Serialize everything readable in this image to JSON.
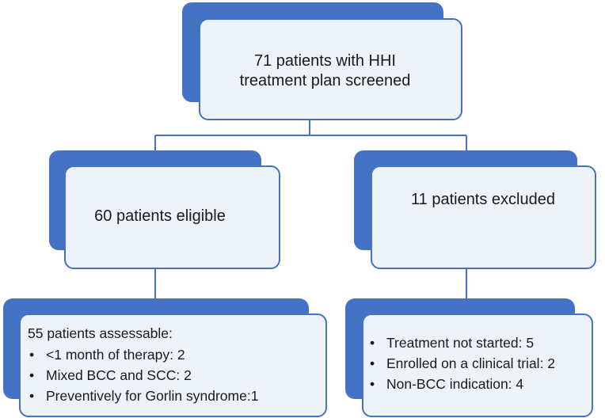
{
  "nodes": {
    "screened": {
      "text": "71 patients with HHI treatment plan screened"
    },
    "eligible": {
      "text": "60 patients eligible"
    },
    "excluded": {
      "text": "11 patients excluded"
    },
    "assessable": {
      "heading": "55 patients assessable:",
      "items": [
        "<1 month of therapy: 2",
        "Mixed BCC and SCC: 2",
        "Preventively for  Gorlin syndrome:1"
      ]
    },
    "exclusion_reasons": {
      "items": [
        "Treatment not started: 5",
        "Enrolled on a clinical trial: 2",
        "Non-BCC indication: 4"
      ]
    }
  },
  "colors": {
    "accent": "#4472c4",
    "box_fill": "#eef2f9",
    "text": "#1a1a1a"
  }
}
